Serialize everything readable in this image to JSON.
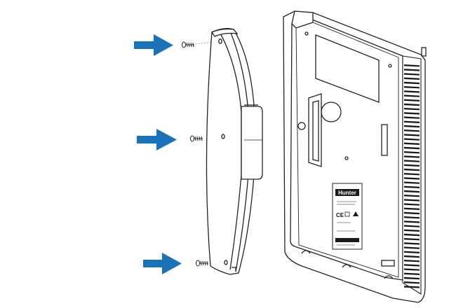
{
  "diagram": {
    "brand_label": "Hunter",
    "arrow_color": "#1a73b8",
    "line_color": "#222222",
    "panel_fill": "#ffffff",
    "dark_fill": "#1a1a1a",
    "guide_color": "#4aa8d8",
    "icons": {
      "arrow": "arrow-right-icon",
      "screw": "screw-icon",
      "certification": "ce-mark-icon"
    },
    "arrows": [
      {
        "name": "top-arrow"
      },
      {
        "name": "middle-arrow"
      },
      {
        "name": "bottom-arrow"
      }
    ],
    "screws": [
      {
        "name": "top-screw"
      },
      {
        "name": "middle-screw"
      },
      {
        "name": "bottom-screw"
      }
    ]
  }
}
